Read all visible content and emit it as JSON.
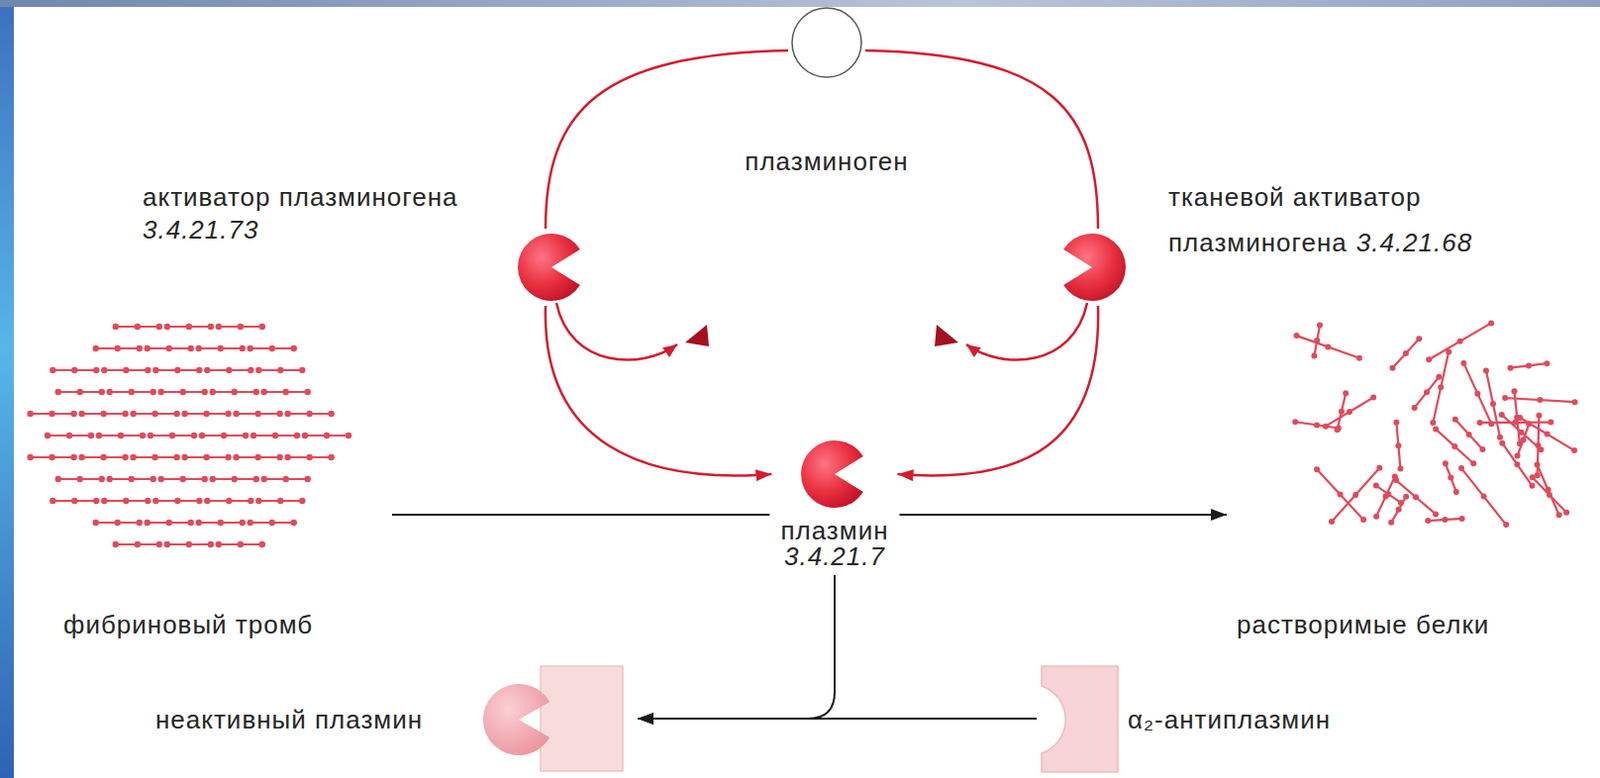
{
  "diagram": {
    "nodes": [
      {
        "text": [
          "плазминоген"
        ]
      },
      {
        "text": [
          "активатор плазминогена",
          "3.4.21.73"
        ]
      },
      {
        "text": [
          "тканевой активатор плазминогена",
          "3.4.21.68"
        ]
      },
      {
        "text": [
          "фибриновый тромб"
        ]
      },
      {
        "text": [
          "плазмин",
          "3.4.21.7"
        ]
      },
      {
        "text": [
          "растворимые белки"
        ]
      },
      {
        "text": [
          "неактивный плазмин"
        ]
      },
      {
        "text": [
          "α₂-антиплазмин"
        ]
      }
    ],
    "edges": [
      {
        "from": 0,
        "to": 1,
        "arrow": "none"
      },
      {
        "from": 0,
        "to": 2,
        "arrow": "none"
      },
      {
        "from": 1,
        "to": 4,
        "arrow": "to"
      },
      {
        "from": 2,
        "to": 4,
        "arrow": "to"
      },
      {
        "from": 3,
        "to": 4,
        "arrow": "none"
      },
      {
        "from": 4,
        "to": 5,
        "arrow": "to"
      },
      {
        "from": 7,
        "to": 6,
        "arrow": "to"
      },
      {
        "from": 4,
        "to": 6,
        "arrow": "to"
      }
    ]
  }
}
